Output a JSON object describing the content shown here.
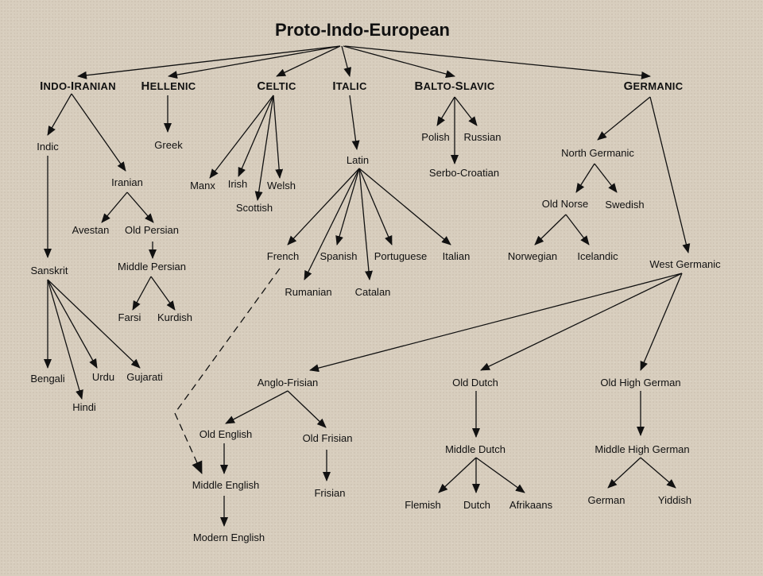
{
  "title": "Proto-Indo-European",
  "branches": {
    "indo_iranian": "Indo-Iranian",
    "hellenic": "Hellenic",
    "celtic": "Celtic",
    "italic": "Italic",
    "balto_slavic": "Balto-Slavic",
    "germanic": "Germanic"
  },
  "languages": {
    "indic": "Indic",
    "iranian": "Iranian",
    "avestan": "Avestan",
    "old_persian": "Old Persian",
    "middle_persian": "Middle Persian",
    "farsi": "Farsi",
    "kurdish": "Kurdish",
    "sanskrit": "Sanskrit",
    "bengali": "Bengali",
    "hindi": "Hindi",
    "urdu": "Urdu",
    "gujarati": "Gujarati",
    "greek": "Greek",
    "manx": "Manx",
    "irish": "Irish",
    "scottish": "Scottish",
    "welsh": "Welsh",
    "latin": "Latin",
    "french": "French",
    "spanish": "Spanish",
    "portuguese": "Portuguese",
    "italian": "Italian",
    "rumanian": "Rumanian",
    "catalan": "Catalan",
    "polish": "Polish",
    "russian": "Russian",
    "serbo_croatian": "Serbo-Croatian",
    "north_germanic": "North Germanic",
    "old_norse": "Old Norse",
    "swedish": "Swedish",
    "norwegian": "Norwegian",
    "icelandic": "Icelandic",
    "west_germanic": "West Germanic",
    "anglo_frisian": "Anglo-Frisian",
    "old_english": "Old English",
    "old_frisian": "Old Frisian",
    "middle_english": "Middle English",
    "modern_english": "Modern English",
    "frisian": "Frisian",
    "old_dutch": "Old Dutch",
    "middle_dutch": "Middle Dutch",
    "flemish": "Flemish",
    "dutch": "Dutch",
    "afrikaans": "Afrikaans",
    "old_high_german": "Old High German",
    "middle_high_german": "Middle High German",
    "german": "German",
    "yiddish": "Yiddish"
  }
}
